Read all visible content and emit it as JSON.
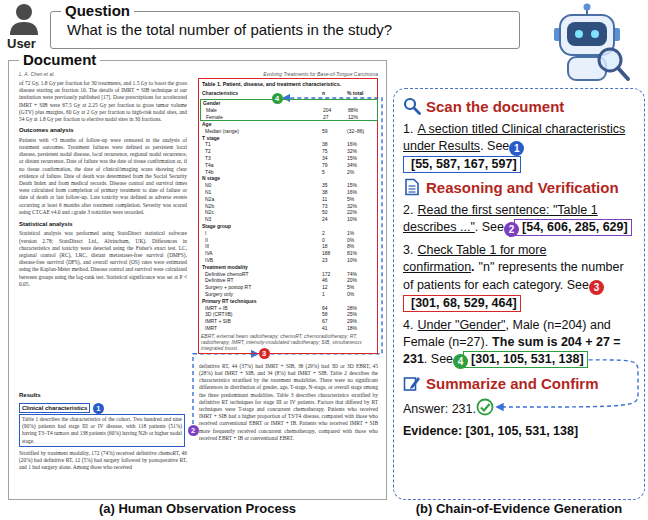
{
  "diagram": {
    "nodes": [
      {
        "text": [
          "Question",
          "What is the total number of patients in the study?"
        ]
      },
      {
        "text": [
          "Document",
          "(a) Human Observation Process"
        ]
      },
      {
        "text": [
          "Clinical characteristics"
        ],
        "in": 1
      },
      {
        "text": [
          "Table 1 describes the characteristics of the cohort. Two hundred and nine (90%) patients had stage III or IV disease, with 118 patients (51%) having T3–T4 tumors and 138 patients (60%) having N2b or higher nodal stage."
        ],
        "in": 1
      },
      {
        "text": [
          "Table 1. Patient, disease, and treatment characteristics."
        ],
        "in": 1
      },
      {
        "text": [
          "Gender",
          "Male",
          "204",
          "88%",
          "Female",
          "27",
          "12%"
        ],
        "in": 4
      },
      {
        "text": [
          "1"
        ],
        "in": 1
      },
      {
        "text": [
          "2"
        ],
        "in": 1
      },
      {
        "text": [
          "3"
        ],
        "in": 1
      },
      {
        "text": [
          "4"
        ],
        "in": 1
      },
      {
        "text": [
          "(b) Chain-of-Evidence Generation"
        ]
      },
      {
        "text": [
          "1"
        ],
        "in": 10
      },
      {
        "text": [
          "[55, 587, 167, 597]"
        ],
        "in": 10
      },
      {
        "text": [
          "2"
        ],
        "in": 10
      },
      {
        "text": [
          "[54, 606, 285, 629]"
        ],
        "in": 10
      },
      {
        "text": [
          "3"
        ],
        "in": 10
      },
      {
        "text": [
          "[301, 68, 529, 464]"
        ],
        "in": 10
      },
      {
        "text": [
          "4"
        ],
        "in": 10
      },
      {
        "text": [
          "[301, 105, 531, 138]"
        ],
        "in": 10
      }
    ],
    "edges": [
      {
        "from": 7,
        "to": 8,
        "arrow": "to"
      },
      {
        "from": 8,
        "to": 9,
        "arrow": "to"
      }
    ],
    "labels": [
      "User",
      "L. A. Chen et al.",
      "Evolving Treatments for Base-of-Tongue Carcinoma",
      "of 72 Gy, 1.8 Gy per fraction for 30 treatments, and 1.5 Gy to boost the gross disease starting on fraction 10. The details of IMRT + SIB technique at our institution were previously published [17]. Dose prescriptions for accelerated IMRT + SIB were 67.5 Gy at 2.25 Gy per fraction to gross tumor volume (GTV) plus margins, 60 Gy at 2 Gy per fraction to high-risk nodal sites, and 54 Gy at 1.8 Gy per fraction to elective nodal sites in 30 fractions.",
      "Outcomes analysis",
      "Patients with <3 months of follow-up were censored in the analysis of treatment outcomes. Treatment failures were defined as persistent local disease, persistent nodal disease, local recurrence, regional nodal recurrence, or distant recurrence. Date of failure was the date of tissue confirmation or, if no tissue confirmation, the date of clinical/imaging scans showing clear evidence of failure. Date of death was determined from the Social Security Death Index and from medical records. Disease control and survival times were calculated from completion of primary treatment to date of failure or date of death or last follow-up. Late toxicity was defined as adverse events occurring at least 6 months after treatment completion. Severity was scored using CTCAE v4.0 and ≥grade 3 toxicities were recorded.",
      "Statistical analysis",
      "Statistical analysis was performed using StatsDirect statistical software (version 2.78; StatsDirect Ltd., Altrincham, UK). Differences in characteristics and toxicity were detected using the Fisher's exact test. LC, regional control (RC), LRC, distant metastases-free survival (DMFS), disease-free survival (DFS), and overall survival (OS) rates were estimated using the Kaplan-Meier method. Disease control and survival were calculated between groups using the log-rank test. Statistical significance was set at P < 0.05.",
      "Results",
      "Stratified by treatment modality, 172 (74%) received definitive chemoRT, 46 (20%) had definitive RT, 12 (5%) had surgery followed by postoperative RT, and 1 had surgery alone. Among those who received",
      "Characteristics",
      "n",
      "% total",
      "Age",
      "Median (range)",
      "59",
      "(32–86)",
      "T stage",
      "T1",
      "38",
      "16%",
      "T2",
      "75",
      "32%",
      "T3",
      "34",
      "15%",
      "T4a",
      "79",
      "34%",
      "T4b",
      "5",
      "2%",
      "N stage",
      "N0",
      "35",
      "15%",
      "N1",
      "38",
      "16%",
      "N2a",
      "11",
      "5%",
      "N2b",
      "73",
      "32%",
      "N2c",
      "50",
      "22%",
      "N3",
      "24",
      "10%",
      "Stage group",
      "I",
      "2",
      "1%",
      "II",
      "0",
      "0%",
      "III",
      "18",
      "8%",
      "IVA",
      "188",
      "81%",
      "IVB",
      "23",
      "10%",
      "Treatment modality",
      "Definitive chemoRT",
      "172",
      "74%",
      "Definitive RT",
      "46",
      "20%",
      "Surgery + postop RT",
      "12",
      "5%",
      "Surgery only",
      "1",
      "0%",
      "Primary RT techniques",
      "IMRT + IB",
      "64",
      "28%",
      "3D (CRT/IB)",
      "58",
      "25%",
      "IMRT + SIB",
      "67",
      "29%",
      "IMRT",
      "41",
      "18%",
      "EBRT, external beam radiotherapy; chemoRT, chemoradiotherapy; RT, radiotherapy; IMRT, intensity-modulated radiotherapy; SIB, simultaneous integrated boost.",
      "definitive RT, 44 (37%) had IMRT + SIB, 38 (29%) had 3D or 3D EBRT, 45 (28%) had IMRT + SIB, and 34 (8%) had IMRT + SIB. Table 2 describes the characteristics stratified by the treatment modalities. There were no significant differences in distribution of gender, age, T-stage, N-stage, or overall stage among the three predominant modalities. Table 3 describes characteristics stratified by definitive RT techniques for stage III or IV patients. Factors that differed by RT techniques were T-stage and concurrent chemotherapy. Patients who received IMRT + SIB had a higher proportion of T3/T4 disease, compared with those who received conventional EBRT or IMRT + IB. Patients who received IMRT + SIB more frequently received concurrent chemotherapy, compared with those who received EBRT + IB or conventional EBRT.",
      "Scan the document",
      "1.",
      "A section titled Clinical characteristics under Results",
      ". See",
      "Reasoning and Verification",
      "2.",
      "Read the first sentence: \"Table 1 describes ...\"",
      ". See",
      "3.",
      "Check Table 1 for more confirmation",
      ".",
      "\"n\" represents the number of patients for each category. See",
      "4.",
      "Under \"Gender\"",
      ", Male (n=204) and Female (n=27).",
      "The sum is 204 + 27 = 231",
      ". See",
      "Summarize and Confirm",
      "Answer: 231.",
      "Evidence: [301, 105, 531, 138]"
    ]
  }
}
